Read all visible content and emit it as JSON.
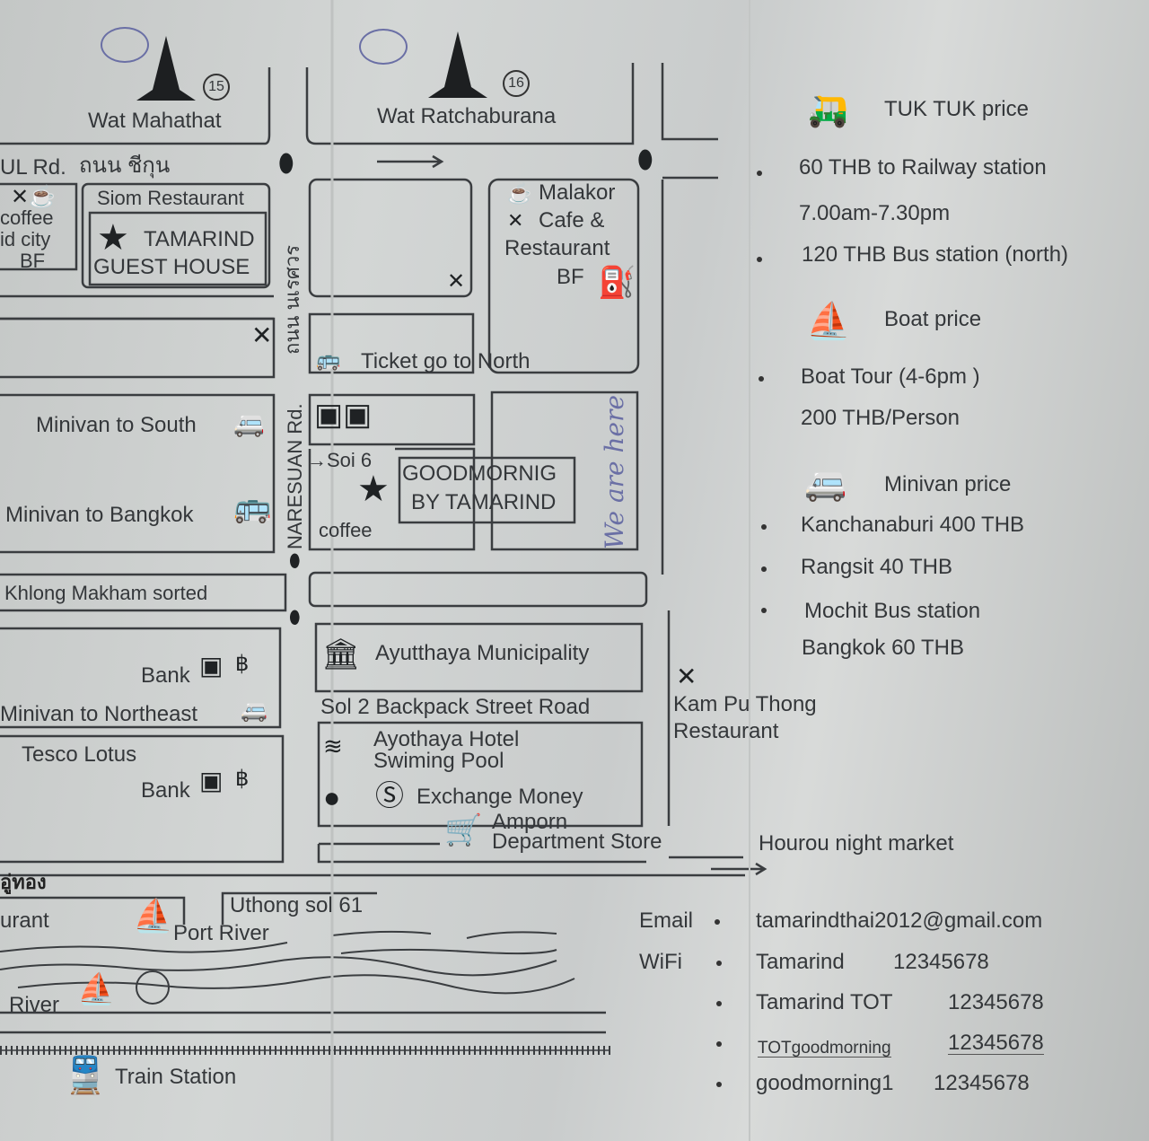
{
  "landmarks": {
    "wat_mahathat": {
      "label": "Wat Mahathat",
      "number": "15"
    },
    "wat_ratchaburana": {
      "label": "Wat Ratchaburana",
      "number": "16"
    }
  },
  "roads": {
    "ul_rd": "UL Rd.",
    "ul_rd_thai": "ถนน ชีกุน",
    "naresuan": "NARESUAN Rd.",
    "naresuan_thai": "ถนน นเรศวร",
    "khlong_makham": "Khlong Makham sorted",
    "sol2": "Sol 2 Backpack Street Road",
    "soi6": "Soi 6",
    "uthong_thai": "อู่ทอง",
    "uthong_soi": "Uthong sol 61"
  },
  "places": {
    "coffee_left": [
      "coffee",
      "id city",
      "BF"
    ],
    "siam_restaurant": "Siom Restaurant",
    "tamarind": [
      "TAMARIND",
      "GUEST HOUSE"
    ],
    "malakor": [
      "Malakor",
      "Cafe &",
      "Restaurant",
      "BF"
    ],
    "ticket": "Ticket go to North",
    "minivan_south": "Minivan to South",
    "minivan_bangkok": "Minivan to Bangkok",
    "goodmorning": [
      "GOODMORNIG",
      "BY TAMARIND"
    ],
    "coffee_mid": "coffee",
    "we_are_here": "We are here",
    "bank1": "Bank",
    "minivan_northeast": "Minivan to Northeast",
    "municipality": "Ayutthaya Municipality",
    "hotel": [
      "Ayothaya Hotel",
      "Swiming Pool"
    ],
    "exchange": "Exchange Money",
    "amporn": [
      "Amporn",
      "Department Store"
    ],
    "tesco": "Tesco Lotus",
    "bank2": "Bank",
    "kam_pu_thong": [
      "Kam Pu Thong",
      "Restaurant"
    ],
    "hourou": "Hourou night market",
    "restaurant_bottom": "urant",
    "port_river": "Port River",
    "river": "River",
    "train_station": "Train Station"
  },
  "info": {
    "tuktuk": {
      "title": "TUK TUK price",
      "lines": [
        "60 THB to Railway station",
        "7.00am-7.30pm",
        "120 THB Bus station (north)"
      ]
    },
    "boat": {
      "title": "Boat price",
      "lines": [
        "Boat Tour (4-6pm )",
        "200 THB/Person"
      ]
    },
    "minivan": {
      "title": "Minivan price",
      "lines": [
        "Kanchanaburi 400 THB",
        "Rangsit 40 THB",
        "Mochit Bus station",
        "Bangkok 60 THB"
      ]
    },
    "email_label": "Email",
    "email": "tamarindthai2012@gmail.com",
    "wifi_label": "WiFi",
    "wifi": [
      {
        "name": "Tamarind",
        "pass": "12345678"
      },
      {
        "name": "Tamarind TOT",
        "pass": "12345678"
      },
      {
        "name": "TOTgoodmorning",
        "pass": "12345678"
      },
      {
        "name": "goodmorning1",
        "pass": "12345678"
      }
    ]
  }
}
